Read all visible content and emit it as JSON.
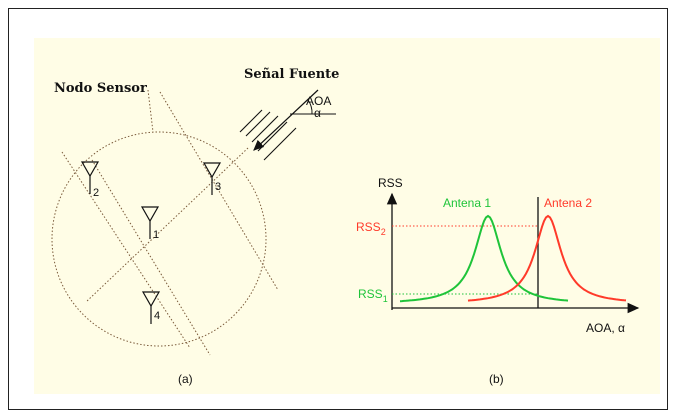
{
  "labels": {
    "sensor_node": "Nodo Sensor",
    "source_signal": "Señal Fuente",
    "aoa_source": "AOA",
    "alpha_source": "α",
    "antenna_numbers": [
      "1",
      "2",
      "3",
      "4"
    ],
    "caption_a": "(a)",
    "caption_b": "(b)",
    "rss_axis": "RSS",
    "x_axis": "AOA, α",
    "antenna_1": "Antena 1",
    "antenna_2": "Antena 2",
    "rss1_main": "RSS",
    "rss1_sub": "1",
    "rss2_main": "RSS",
    "rss2_sub": "2"
  },
  "colors": {
    "antenna_1": "#1fc43a",
    "antenna_2": "#ff3a2a",
    "panel_bg": "#fffde6",
    "lines": "#111111"
  }
}
